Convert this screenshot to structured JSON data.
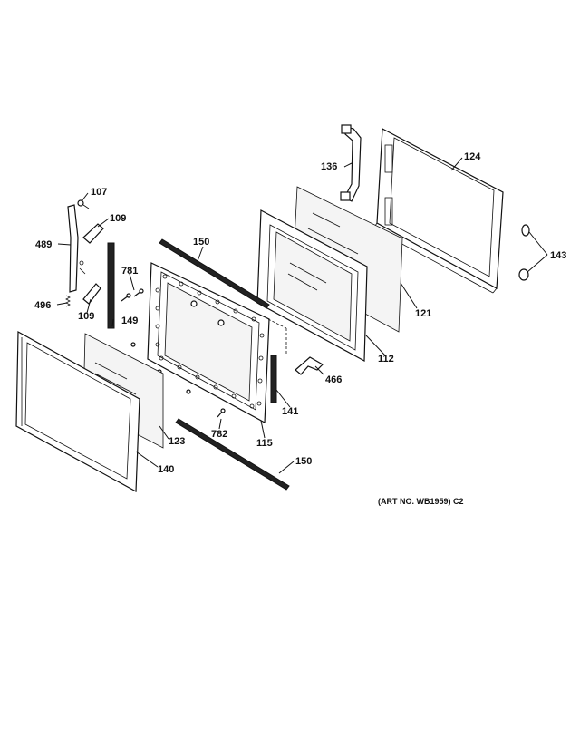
{
  "caption": "(ART NO. WB1959) C2",
  "callouts": {
    "c107": "107",
    "c109a": "109",
    "c489": "489",
    "c781": "781",
    "c496": "496",
    "c109b": "109",
    "c149": "149",
    "c150a": "150",
    "c136": "136",
    "c124": "124",
    "c143": "143",
    "c121": "121",
    "c112": "112",
    "c466": "466",
    "c141": "141",
    "c123": "123",
    "c782": "782",
    "c115": "115",
    "c140": "140",
    "c150b": "150"
  }
}
